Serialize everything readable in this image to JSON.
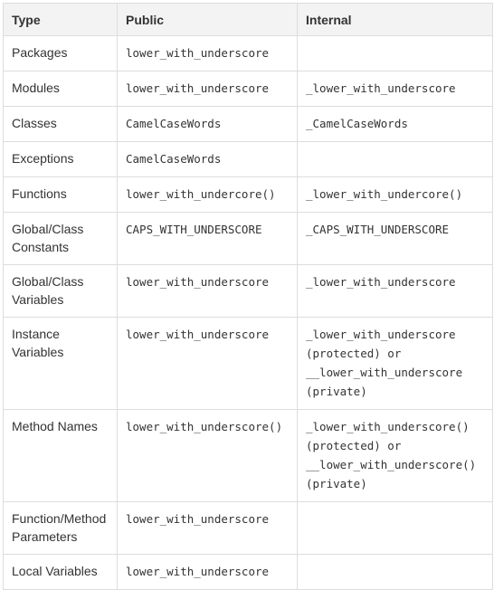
{
  "headers": {
    "type": "Type",
    "public": "Public",
    "internal": "Internal"
  },
  "rows": [
    {
      "type": [
        "Packages"
      ],
      "public": [
        "lower_with_underscore"
      ],
      "internal": []
    },
    {
      "type": [
        "Modules"
      ],
      "public": [
        "lower_with_underscore"
      ],
      "internal": [
        "_lower_with_underscore"
      ]
    },
    {
      "type": [
        "Classes"
      ],
      "public": [
        "CamelCaseWords"
      ],
      "internal": [
        "_CamelCaseWords"
      ]
    },
    {
      "type": [
        "Exceptions"
      ],
      "public": [
        "CamelCaseWords"
      ],
      "internal": []
    },
    {
      "type": [
        "Functions"
      ],
      "public": [
        "lower_with_undercore()"
      ],
      "internal": [
        "_lower_with_undercore()"
      ]
    },
    {
      "type": [
        "Global/Class",
        "Constants"
      ],
      "public": [
        "CAPS_WITH_UNDERSCORE"
      ],
      "internal": [
        "_CAPS_WITH_UNDERSCORE"
      ]
    },
    {
      "type": [
        "Global/Class",
        "Variables"
      ],
      "public": [
        "lower_with_underscore"
      ],
      "internal": [
        "_lower_with_underscore"
      ]
    },
    {
      "type": [
        "Instance",
        "Variables"
      ],
      "public": [
        "lower_with_underscore"
      ],
      "internal": [
        "_lower_with_underscore",
        "(protected) or",
        "__lower_with_underscore",
        "(private)"
      ]
    },
    {
      "type": [
        "Method Names"
      ],
      "public": [
        "lower_with_underscore()"
      ],
      "internal": [
        "_lower_with_underscore()",
        "(protected) or",
        "__lower_with_underscore()",
        "(private)"
      ]
    },
    {
      "type": [
        "Function/Method",
        "Parameters"
      ],
      "public": [
        "lower_with_underscore"
      ],
      "internal": []
    },
    {
      "type": [
        "Local Variables"
      ],
      "public": [
        "lower_with_underscore"
      ],
      "internal": []
    }
  ]
}
